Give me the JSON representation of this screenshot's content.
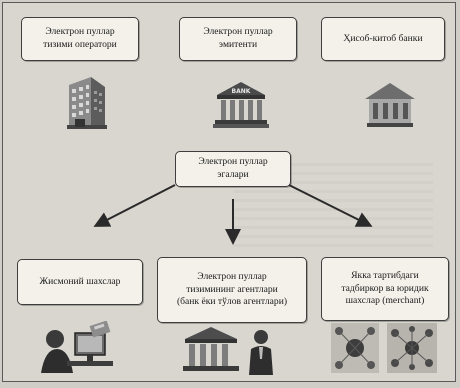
{
  "diagram": {
    "top_nodes": [
      {
        "label": "Электрон пуллар\nтизими оператори",
        "icon": "office-building-icon"
      },
      {
        "label": "Электрон пуллар\nэмитенти",
        "icon": "bank-building-icon"
      },
      {
        "label": "Ҳисоб-китоб банки",
        "icon": "bank-house-icon"
      }
    ],
    "center_node": {
      "label": "Электрон пуллар\nэгалари"
    },
    "bottom_nodes": [
      {
        "label": "Жисмоний шахслар",
        "icon": "person-at-computer-icon"
      },
      {
        "label": "Электрон пуллар\nтизимининг агентлари\n(банк ёки тўлов агентлари)",
        "icon": "bank-with-agent-icon"
      },
      {
        "label": "Якка тартибдаги\nтадбиркор ва юридик\nшахслар (merchant)",
        "icon": "merchant-network-icon"
      }
    ]
  }
}
